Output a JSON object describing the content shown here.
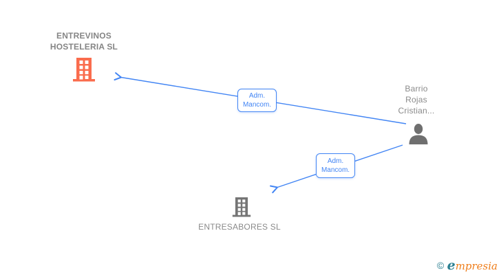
{
  "diagram_type": "corporate-relations-graph",
  "colors": {
    "edge_blue": "#4285f4",
    "node_text_gray": "#8a8a8a",
    "person_icon_gray": "#6f6f6f",
    "company_icon_gray": "#757575",
    "main_company_orange": "#fa6c4d",
    "watermark_teal": "#2b7f91",
    "watermark_orange": "#ef7e1b"
  },
  "nodes": {
    "entrevinos": {
      "line1": "ENTREVINOS",
      "line2": "HOSTELERIA SL",
      "type": "company",
      "highlighted": true
    },
    "barrio": {
      "line1": "Barrio",
      "line2": "Rojas",
      "line3": "Cristian...",
      "type": "person"
    },
    "entresabores": {
      "label": "ENTRESABORES SL",
      "type": "company"
    }
  },
  "edges": {
    "barrio_to_entrevinos": {
      "line1": "Adm.",
      "line2": "Mancom."
    },
    "barrio_to_entresabores": {
      "line1": "Adm.",
      "line2": "Mancom."
    }
  },
  "watermark": {
    "symbol": "©",
    "brand_initial": "e",
    "brand_rest": "mpresia"
  }
}
